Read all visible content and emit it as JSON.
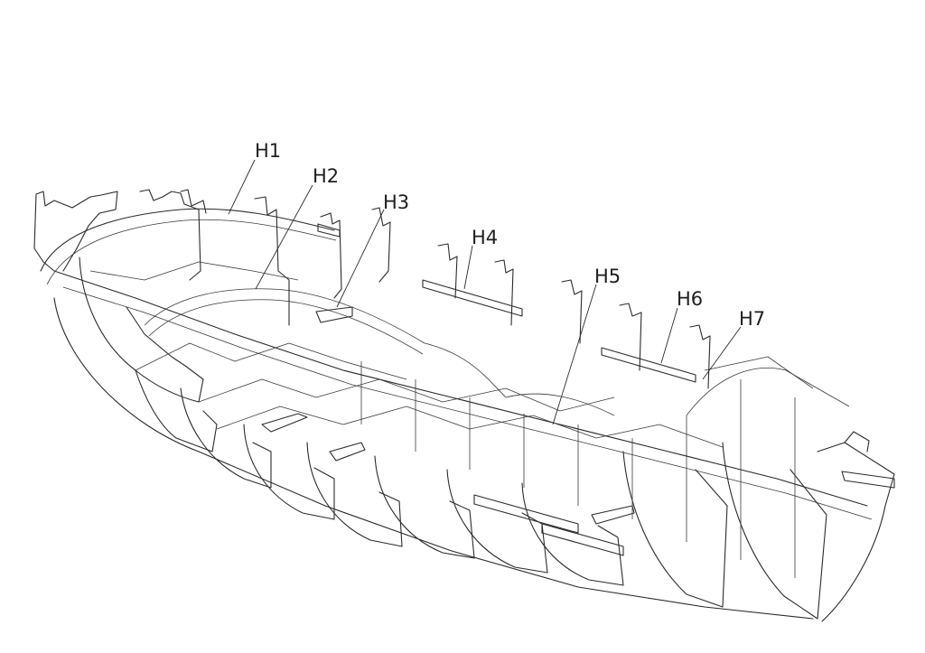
{
  "labels": [
    {
      "id": "h1",
      "text": "H1"
    },
    {
      "id": "h2",
      "text": "H2"
    },
    {
      "id": "h3",
      "text": "H3"
    },
    {
      "id": "h4",
      "text": "H4"
    },
    {
      "id": "h5",
      "text": "H5"
    },
    {
      "id": "h6",
      "text": "H6"
    },
    {
      "id": "h7",
      "text": "H7"
    }
  ],
  "colors": {
    "line": "#2b2b2b",
    "background": "#ffffff"
  }
}
